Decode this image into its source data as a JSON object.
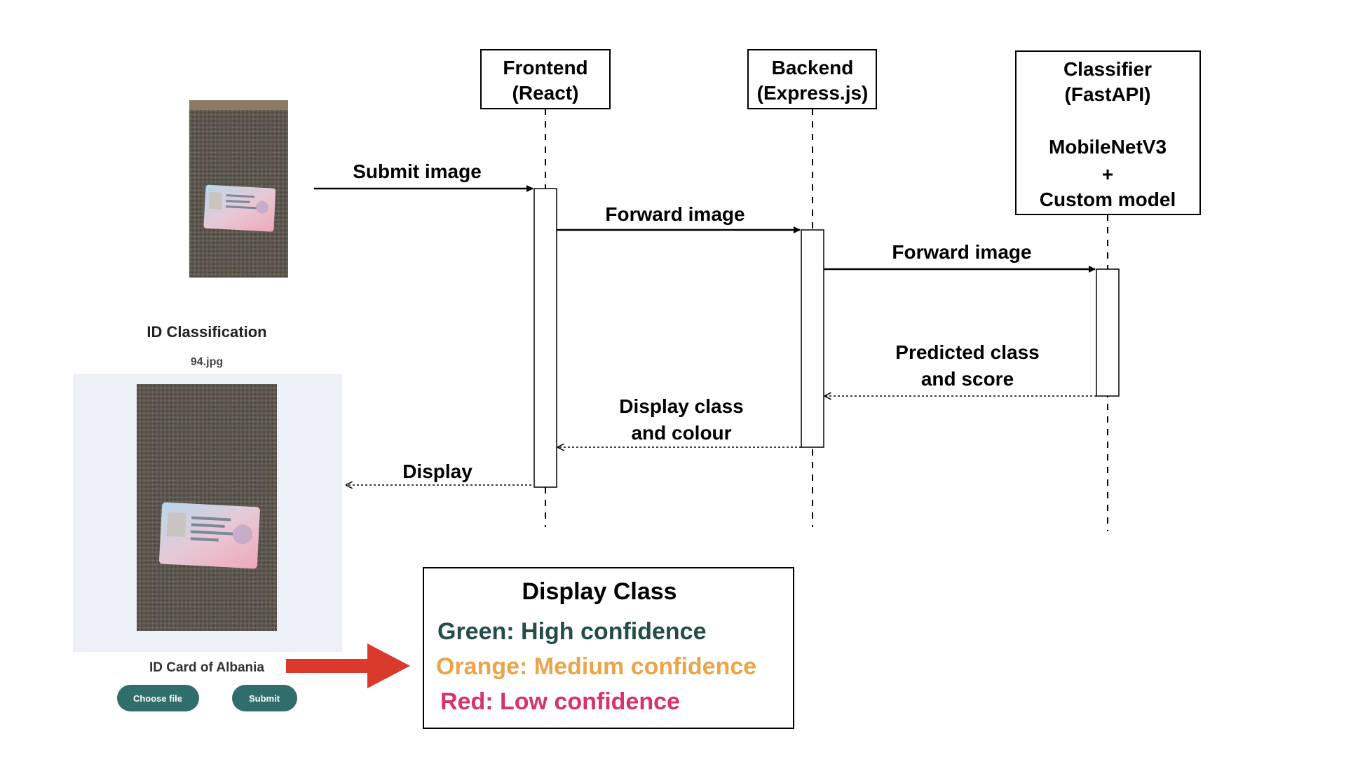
{
  "participants": {
    "frontend": {
      "line1": "Frontend",
      "line2": "(React)"
    },
    "backend": {
      "line1": "Backend",
      "line2": "(Express.js)"
    },
    "classifier": {
      "line1": "Classifier",
      "line2": "(FastAPI)",
      "line3": "MobileNetV3",
      "line4": "+",
      "line5": "Custom model"
    }
  },
  "messages": {
    "submit_image": "Submit image",
    "forward_image_1": "Forward image",
    "forward_image_2": "Forward image",
    "predicted_line1": "Predicted class",
    "predicted_line2": "and score",
    "display_class_line1": "Display class",
    "display_class_line2": "and colour",
    "display": "Display"
  },
  "ui_preview": {
    "title": "ID Classification",
    "filename": "94.jpg",
    "result": "ID Card of Albania",
    "choose_file_label": "Choose file",
    "submit_label": "Submit"
  },
  "legend": {
    "title": "Display Class",
    "items": [
      {
        "text": "Green: High confidence",
        "color": "#234c4a"
      },
      {
        "text": "Orange: Medium confidence",
        "color": "#eba447"
      },
      {
        "text": "Red: Low confidence",
        "color": "#d6336c"
      }
    ]
  },
  "colors": {
    "button": "#2f6e6a",
    "arrow_red": "#d93a2b",
    "preview_bg": "#eef0f8"
  }
}
